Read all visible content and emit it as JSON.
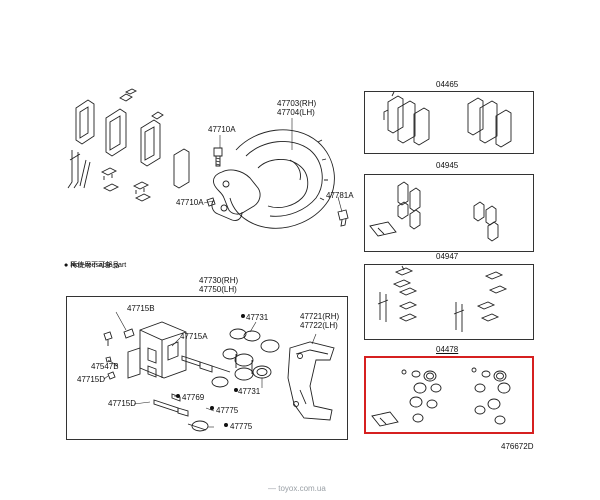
{
  "parts": {
    "p04465": "04465",
    "p04945": "04945",
    "p04947": "04947",
    "p04478": "04478",
    "p47703_47704": [
      "47703(RH)",
      "47704(LH)"
    ],
    "p47710A_top": "47710A",
    "p47710A_bot": "47710A",
    "p47781A": "47781A",
    "p47730_47750": [
      "47730(RH)",
      "47750(LH)"
    ],
    "p47715B": "47715B",
    "p47715A": "47715A",
    "p47547B": "47547B",
    "p47715D_a": "47715D",
    "p47715D_b": "47715D",
    "p47731_top": "47731",
    "p47731_bot": "47731",
    "p47769": "47769",
    "p47775_a": "47775",
    "p47775_b": "47775",
    "p47721_47722": [
      "47721(RH)",
      "47722(LH)"
    ]
  },
  "legend": {
    "line1": "再使用不可部品",
    "line2": "Non-reusable part"
  },
  "illustration_id": "476672D",
  "watermark": "— toyox.com.ua",
  "colors": {
    "line": "#222222",
    "highlight": "#d62020",
    "watermark": "#9aa0a6"
  }
}
